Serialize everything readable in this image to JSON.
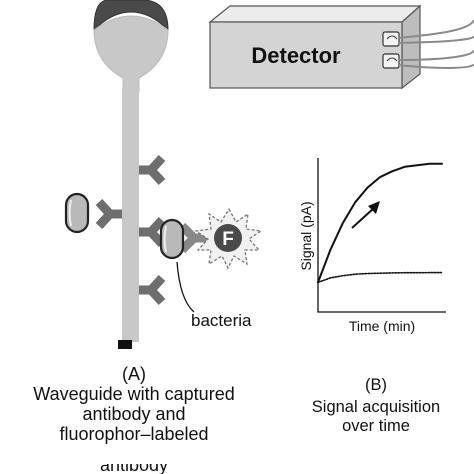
{
  "detector": {
    "label": "Detector"
  },
  "waveguide": {
    "bacteria_label": "bacteria",
    "fluorophore_letter": "F"
  },
  "panel_a": {
    "letter": "(A)",
    "caption_lines": [
      "Waveguide with captured",
      "antibody and",
      "fluorophor–labeled"
    ],
    "clipped_line": "antibody"
  },
  "panel_b": {
    "letter": "(B)",
    "caption_lines": [
      "Signal acquisition",
      "over time"
    ]
  },
  "chart_data": {
    "type": "line",
    "xlabel": "Time (min)",
    "ylabel": "Signal (pA)",
    "x": [
      0,
      1,
      2,
      3,
      4,
      5,
      6,
      7,
      8,
      9,
      10
    ],
    "series": [
      {
        "style": "solid",
        "values": [
          0.2,
          0.42,
          0.6,
          0.74,
          0.84,
          0.91,
          0.95,
          0.98,
          0.99,
          1.0,
          1.0
        ]
      },
      {
        "style": "dotted",
        "values": [
          0.2,
          0.23,
          0.245,
          0.255,
          0.26,
          0.262,
          0.264,
          0.265,
          0.265,
          0.266,
          0.266
        ]
      }
    ],
    "xlim": [
      0,
      10
    ],
    "ylim": [
      0,
      1.12
    ],
    "grid": false,
    "annotations": [
      "arrow-up-right"
    ]
  }
}
